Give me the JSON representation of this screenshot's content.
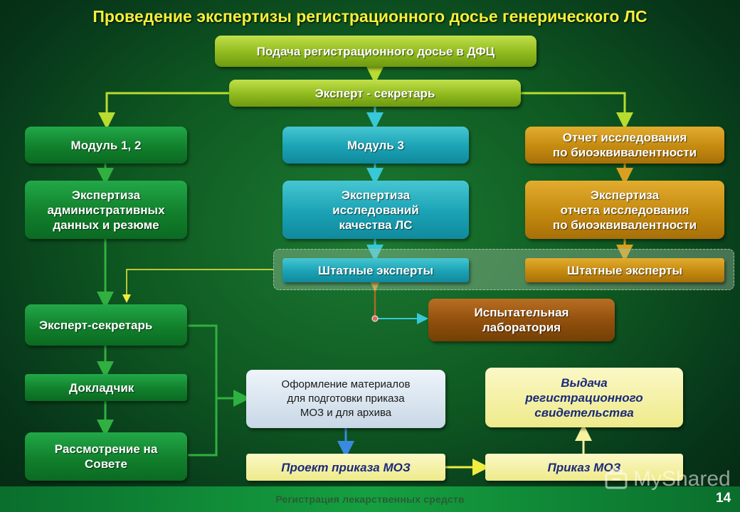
{
  "title": "Проведение экспертизы регистрационного досье генерического ЛС",
  "boxes": {
    "submission": "Подача регистрационного досье в ДФЦ",
    "expert_secretary_top": "Эксперт - секретарь",
    "module12": "Модуль 1, 2",
    "module3": "Модуль 3",
    "bioequiv_report": "Отчет исследования\nпо биоэквивалентности",
    "admin_review": "Экспертиза\nадминистративных\nданных и резюме",
    "quality_review": "Экспертиза\nисследований\nкачества ЛС",
    "bioequiv_review": "Экспертиза\nотчета исследования\nпо биоэквивалентности",
    "staff_experts_1": "Штатные эксперты",
    "staff_experts_2": "Штатные эксперты",
    "test_lab": "Испытательная\nлаборатория",
    "expert_secretary_left": "Эксперт-секретарь",
    "rapporteur": "Докладчик",
    "council": "Рассмотрение на\nСовете",
    "materials_prep": "Оформление материалов\nдля подготовки приказа\nМОЗ и для архива",
    "certificate": "Выдача\nрегистрационного\nсвидетельства",
    "draft_order": "Проект приказа МОЗ",
    "order": "Приказ МОЗ"
  },
  "footer": "Регистрация лекарственных средств",
  "page_number": "14",
  "watermark": "MyShared",
  "colors": {
    "title": "#f4f03a",
    "lime": "#8fba1e",
    "green": "#11802c",
    "teal": "#1aa2b4",
    "gold": "#c48a10",
    "brown": "#8f4e0c"
  }
}
